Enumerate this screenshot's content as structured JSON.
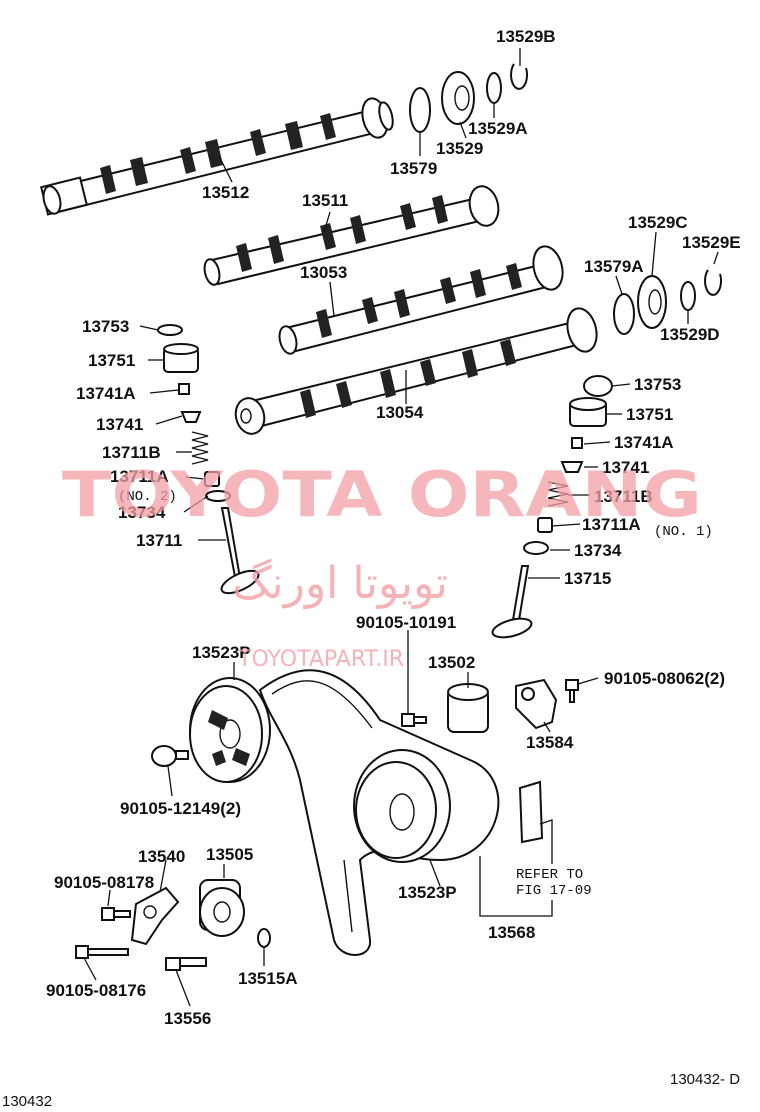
{
  "watermark": {
    "latin": "TOYOTA ORANG",
    "arabic": "تویوتا اورنگ",
    "site": "TOYOTAPART.IR"
  },
  "labels": {
    "p13529B": "13529B",
    "p13529A": "13529A",
    "p13529": "13529",
    "p13579": "13579",
    "p13512": "13512",
    "p13511": "13511",
    "p13529C": "13529C",
    "p13529E": "13529E",
    "p13579A": "13579A",
    "p13053": "13053",
    "p13529D": "13529D",
    "p13753_l": "13753",
    "p13751_l": "13751",
    "p13741A_l": "13741A",
    "p13741_l": "13741",
    "p13711B_l": "13711B",
    "p13711A_l": "13711A",
    "no2": "(NO. 2)",
    "p13734_l": "13734",
    "p13711": "13711",
    "p13054": "13054",
    "p13753_r": "13753",
    "p13751_r": "13751",
    "p13741A_r": "13741A",
    "p13741_r": "13741",
    "p13711B_r": "13711B",
    "p13711A_r": "13711A",
    "no1": "(NO. 1)",
    "p13734_r": "13734",
    "p13715": "13715",
    "b90105_10191": "90105-10191",
    "p13523P_top": "13523P",
    "p13502": "13502",
    "b90105_08062": "90105-08062(2)",
    "p13584": "13584",
    "b90105_12149": "90105-12149(2)",
    "p13540": "13540",
    "p13505": "13505",
    "b90105_08178": "90105-08178",
    "b90105_08176": "90105-08176",
    "p13523P_bot": "13523P",
    "refer1": "REFER TO",
    "refer2": "FIG 17-09",
    "p13568": "13568",
    "p13515A": "13515A",
    "p13556": "13556"
  },
  "footer": {
    "left": "130432",
    "right": "130432- D"
  }
}
